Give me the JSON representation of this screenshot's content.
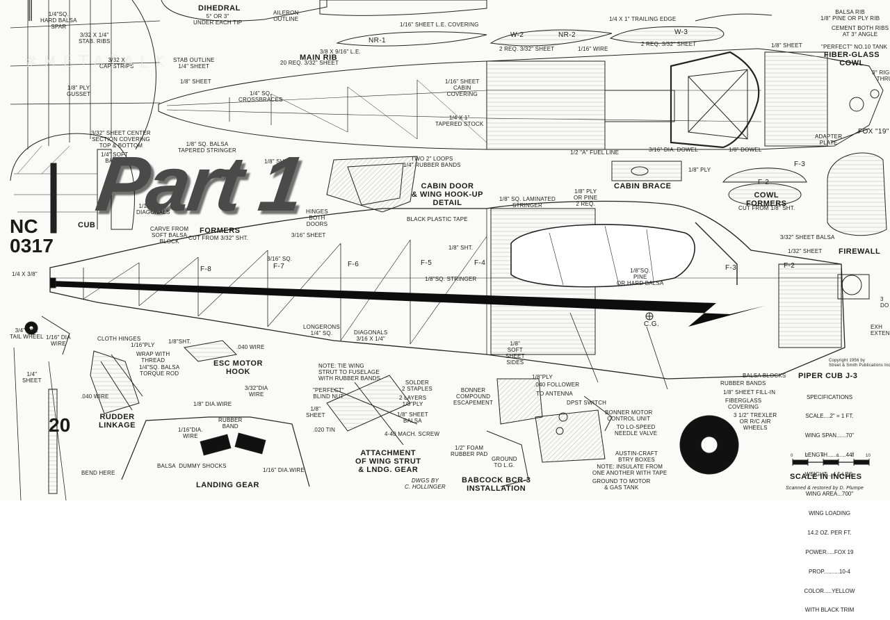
{
  "watermark": "#METATALK",
  "overlay_title": "Part 1",
  "labels": {
    "dihedral": "DIHEDRAL",
    "dihedral_note": "5° OR 3\"\nUNDER EACH TIP",
    "aileron": "AILERON\nOUTLINE",
    "hard_balsa_spar": "1/4\"SQ.\nHARD BALSA\nSPAR",
    "stab_ribs": "3/32 X 1/4\"\nSTAB. RIBS",
    "cap_strips": "3/32 X\nCAP STRIPS",
    "stab_outline": "STAB OUTLINE\n1/4\" SHEET",
    "le_covering": "1/16\" SHEET L.E. COVERING",
    "trailing_edge": "1/4 X 1\" TRAILING EDGE",
    "balsa_rib": "BALSA RIB\n1/8\" PINE OR PLY RIB",
    "cement_ribs": "CEMENT BOTH RIBS\nAT 3° ANGLE",
    "nr1": "NR-1",
    "w2": "W-2",
    "nr2": "NR-2",
    "w3": "W-3",
    "le_38": "3/8 X 9/16\" L.E.",
    "w2_req": "2 REQ. 3/32\" SHEET",
    "wire_116": "1/16\" WIRE",
    "w3_req": "2 REQ. 3/32\" SHEET",
    "main_rib": "MAIN RIB",
    "main_rib_req": "20 REQ. 3/32\" SHEET",
    "sheet_18_top": "1/8\" SHEET",
    "perfect_tank": "\"PERFECT\" NO.10 TANK",
    "fiberglass_cowl": "FIBER-GLASS\nCOWL",
    "right_thrust": "3° RIGHT\nTHRU",
    "sheet_18_fus": "1/8\" SHEET",
    "ply_gusset": "1/8\" PLY\nGUSSET",
    "crossbraces": "1/4\" SQ.\nCROSSBRACES",
    "cabin_covering": "1/16\" SHEET\nCABIN\nCOVERING",
    "tapered_stock": "1/4 X 1\"\nTAPERED STOCK",
    "center_covering": "3/32\" SHEET CENTER\nSECTION COVERING\nTOP & BOTTOM",
    "tapered_stringer": "1/8\" SQ. BALSA\nTAPERED STRINGER",
    "fuel_line": "1/2 \"A\" FUEL LINE",
    "dowel_316": "3/16\" DIA. DOWEL",
    "dowel_18": "1/8\" DOWEL",
    "adapter_plate": "ADAPTER\nPLATE",
    "fox19": "FOX \"19\"",
    "soft_balsa": "1/4\" SOFT\nBALSA",
    "sht_18": "1/8\" SHT.",
    "two_loops": "TWO 2\" LOOPS\n1/4\" RUBBER BANDS",
    "ply_18": "1/8\" PLY",
    "cabin_brace": "CABIN BRACE",
    "f3_top": "F-3",
    "f2_top": "F-2",
    "cowl_formers": "COWL\nFORMERS",
    "cut_18": "CUT FROM 1/8\" SHT.",
    "cabin_door": "CABIN DOOR\n& WING HOOK-UP\nDETAIL",
    "laminated_stringer": "1/8\" SQ. LAMINATED\nSTRINGER",
    "ply_or_pine": "1/8\" PLY\nOR PINE\n2 REQ.",
    "diagonals_316": "1/16 X 3/8\"\nDIAGONALS",
    "hinges_doors": "HINGES\nBOTH\nDOORS",
    "black_tape": "BLACK PLASTIC TAPE",
    "sheet_332": "3/32\" SHEET BALSA",
    "sheet_132": "1/32\" SHEET",
    "firewall": "FIREWALL",
    "nc_top": "NC",
    "nc_num": "0317",
    "cub_badge": "CUB",
    "carve_block": "CARVE FROM\nSOFT BALSA\nBLOCK",
    "formers": "FORMERS",
    "cut_332": "CUT FROM 3/32\" SHT.",
    "sheet_316": "3/16\" SHEET",
    "sht_18b": "1/8\" SHT.",
    "sq_316": "3/16\" SQ.",
    "f8": "F-8",
    "f7": "F-7",
    "f6": "F-6",
    "f5": "F-5",
    "f4": "F-4",
    "f3": "F-3",
    "f2": "F-2",
    "stringer_18": "1/8\"SQ. STRINGER",
    "pine_hard_balsa": "1/8\"SQ.\nPINE\nOR HARD BALSA",
    "sq_14x38": "1/4 X 3/8\"",
    "cg": "C.G.",
    "longerons": "LONGERONS\n1/4\" SQ.",
    "diagonals": "DIAGONALS\n3/16 X 1/4\"",
    "soft_sheet_sides": "1/8\"\nSOFT\nSHEET\nSIDES",
    "copyright": "Copyright 1956 by\nStreet & Smith Publications Inc.",
    "tail_wheel": "3/4\" DIA.\nTAIL WHEEL",
    "dia_wire_116": "1/16\" DIA\nWIRE",
    "cloth_hinges": "CLOTH HINGES",
    "ply_116": "1/16\"PLY",
    "wrap_thread": "WRAP WITH\nTHREAD",
    "torque_rod": "1/4\"SQ. BALSA\nTORQUE ROD",
    "sheet_14": "1/4\"\nSHEET",
    "wire_040": ".040 WIRE",
    "rudder_linkage": "RUDDER\nLINKAGE",
    "sht_18c": "1/8\"SHT.",
    "wire_040b": ".040 WIRE",
    "esc_hook": "ESC MOTOR\nHOOK",
    "dia_wire_332": "3/32\"DIA\nWIRE",
    "dia_wire_18": "1/8\" DIA.WIRE",
    "rubber_band": "RUBBER\nBAND",
    "dia_wire_116b": "1/16\"DIA.\nWIRE",
    "dummy_shocks": "BALSA  DUMMY SHOCKS",
    "dia_wire_116c": "1/16\" DIA.WIRE",
    "bend_here": "BEND HERE",
    "landing_gear": "LANDING GEAR",
    "tie_wing": "NOTE: TIE WING\nSTRUT TO FUSELAGE\nWITH RUBBER BANDS",
    "blind_nut": "\"PERFECT\"\nBLIND NUT",
    "solder_staples": "SOLDER\n2 STAPLES",
    "ply_layers": "2 LAYERS\n1/8\"PLY",
    "sheet_18d": "1/8\"\nSHEET",
    "sheet_balsa_18": "1/8\" SHEET\nBALSA",
    "tin_020": ".020 TIN",
    "mach_screw": "4-40 MACH. SCREW",
    "attachment": "ATTACHMENT\nOF WING STRUT\n& LNDG. GEAR",
    "dwgs_by": "DWGS BY\nC. HOLLINGER",
    "bonner_escape": "BONNER\nCOMPOUND\nESCAPEMENT",
    "ply_18b": "1/8\"PLY",
    "follower": ".040 FOLLOWER",
    "to_antenna": "TO ANTENNA",
    "dpst": "DPST SWITCH",
    "bonner_control": "BONNER MOTOR\nCONTROL UNIT",
    "needle_valve": "TO LO-SPEED\nNEEDLE VALVE",
    "foam_pad": "1/2\" FOAM\nRUBBER PAD",
    "ground_lg": "GROUND\nTO L.G.",
    "btry_boxes": "AUSTIN-CRAFT\nBTRY BOXES",
    "insulate_note": "NOTE: INSULATE FROM\nONE ANOTHER WITH TAPE",
    "ground_motor": "GROUND TO MOTOR\n& GAS TANK",
    "babcock": "BABCOCK BCR-3\nINSTALLATION",
    "balsa_blocks": "BALSA BLOCKS",
    "rubber_bands": "RUBBER BANDS",
    "sheet_fill": "1/8\" SHEET FILL-IN",
    "fiberglass_covering": "FIBERGLASS\nCOVERING",
    "trexler": "3 1/2\" TREXLER\nOR R/C AIR\nWHEELS",
    "piper_cub": "PIPER CUB J-3",
    "scale_inches": "SCALE IN INCHES",
    "scanned": "Scanned & restored by D. Plumpe",
    "tail_20": "20",
    "exh": "EXH\nEXTEN",
    "d_do": "3\nDO"
  },
  "specifications": {
    "heading": "SPECIFICATIONS",
    "lines": [
      "SCALE....2\" = 1 FT.",
      "WING SPAN......70\"",
      "LENGTH............44\"",
      "WEIGHT....4.5 LBS.",
      "WING AREA...700\"",
      "WING LOADING",
      "14.2 OZ. PER FT.",
      "POWER.....FOX 19",
      "PROP..........10-4",
      "COLOR.....YELLOW",
      "WITH BLACK TRIM"
    ]
  },
  "scale_ticks": [
    "0",
    "2",
    "4",
    "6",
    "8",
    "10"
  ],
  "colors": {
    "paper": "#fafaf8",
    "ink": "#1a1a1a",
    "overlay_text": "#4a4a4a",
    "trim": "#0d0d0d"
  }
}
